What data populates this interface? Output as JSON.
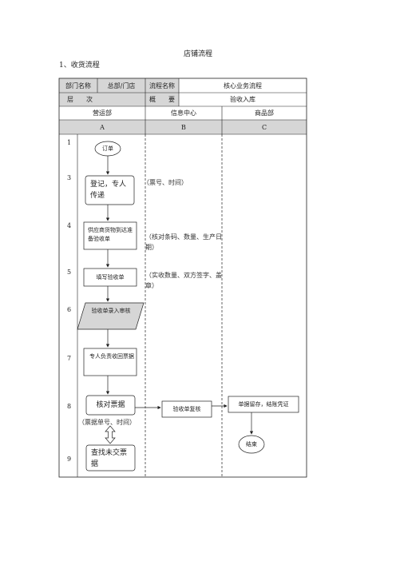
{
  "page": {
    "title": "店铺流程",
    "subtitle": "1、收货流程"
  },
  "header": {
    "dept_label": "部门名称",
    "dept_value": "总部/门店",
    "flow_label": "流程名称",
    "flow_value": "核心业务流程",
    "level_label": "层　　次",
    "level_value": "",
    "summary_label": "概　　要",
    "summary_value": "验收入库"
  },
  "columns": {
    "names": [
      "营运部",
      "信息中心",
      "商品部"
    ],
    "letters": [
      "A",
      "B",
      "C"
    ]
  },
  "rows": [
    "1",
    "3",
    "4",
    "5",
    "6",
    "7",
    "8",
    "9"
  ],
  "nodes": {
    "order": "订单",
    "register": "登记，专人传递",
    "supplier": "供应商货物到达准备验收单",
    "fill_form": "填写验收单",
    "entry": "验收单录入审核",
    "dedicated": "专人负责收回票据",
    "check_bill": "核对票据",
    "find_bill": "查找未交票据",
    "review": "验收单复核",
    "archive": "单据留存，结账凭证",
    "end": "结束"
  },
  "notes": {
    "ticket_time": "（票号、时间）",
    "barcode": "（核对条码、数量、生产日期）",
    "signature": "（实收数量、双方签字、盖章）",
    "bill_no": "（票据单号、时间）"
  }
}
